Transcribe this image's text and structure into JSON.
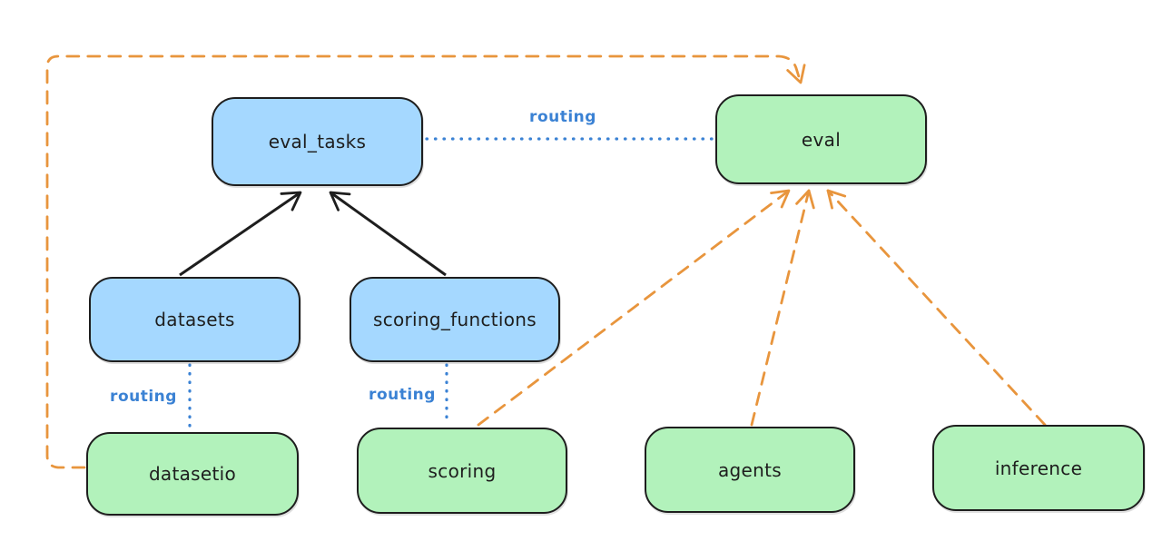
{
  "diagram": {
    "nodes": [
      {
        "id": "eval_tasks",
        "label": "eval_tasks",
        "color": "blue"
      },
      {
        "id": "eval",
        "label": "eval",
        "color": "green"
      },
      {
        "id": "datasets",
        "label": "datasets",
        "color": "blue"
      },
      {
        "id": "scoring_functions",
        "label": "scoring_functions",
        "color": "blue"
      },
      {
        "id": "datasetio",
        "label": "datasetio",
        "color": "green"
      },
      {
        "id": "scoring",
        "label": "scoring",
        "color": "green"
      },
      {
        "id": "agents",
        "label": "agents",
        "color": "green"
      },
      {
        "id": "inference",
        "label": "inference",
        "color": "green"
      }
    ],
    "edges": [
      {
        "from": "datasets",
        "to": "eval_tasks",
        "style": "solid-arrow",
        "color": "black"
      },
      {
        "from": "scoring_functions",
        "to": "eval_tasks",
        "style": "solid-arrow",
        "color": "black"
      },
      {
        "from": "eval_tasks",
        "to": "eval",
        "style": "dotted",
        "color": "blue",
        "label": "routing"
      },
      {
        "from": "datasets",
        "to": "datasetio",
        "style": "dotted",
        "color": "blue",
        "label": "routing"
      },
      {
        "from": "scoring_functions",
        "to": "scoring",
        "style": "dotted",
        "color": "blue",
        "label": "routing"
      },
      {
        "from": "datasetio",
        "to": "eval",
        "style": "dashed-arrow",
        "color": "orange"
      },
      {
        "from": "scoring",
        "to": "eval",
        "style": "dashed-arrow",
        "color": "orange"
      },
      {
        "from": "agents",
        "to": "eval",
        "style": "dashed-arrow",
        "color": "orange"
      },
      {
        "from": "inference",
        "to": "eval",
        "style": "dashed-arrow",
        "color": "orange"
      }
    ],
    "colors": {
      "background": "#ffffff",
      "node_blue": "#a5d8ff",
      "node_green": "#b2f2bb",
      "stroke": "#1e1e1e",
      "routing_blue": "#3b82d4",
      "orange": "#e8953d"
    }
  }
}
